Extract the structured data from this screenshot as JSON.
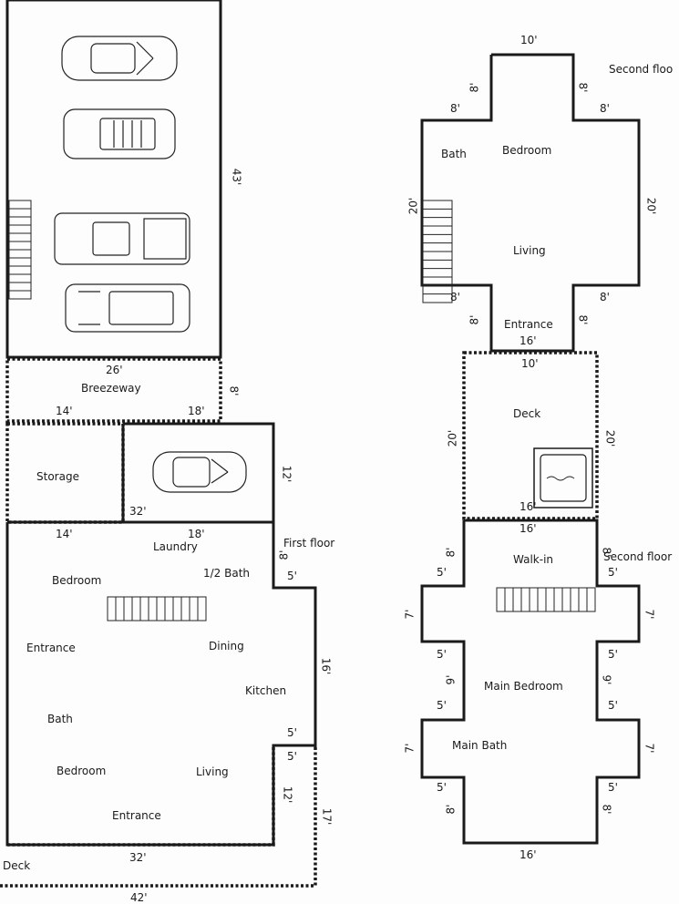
{
  "labels": {
    "floors": {
      "second_floor_top": "Second floo",
      "second_floor_mid": "Second floor",
      "first_floor": "First floor"
    },
    "rooms": {
      "bath_upper": "Bath",
      "bedroom_upper": "Bedroom",
      "living_upper": "Living",
      "entrance_upper": "Entrance",
      "deck_upper": "Deck",
      "walk_in": "Walk-in",
      "main_bedroom": "Main Bedroom",
      "main_bath": "Main Bath",
      "breezeway": "Breezeway",
      "storage": "Storage",
      "laundry": "Laundry",
      "half_bath": "1/2 Bath",
      "bedroom_1": "Bedroom",
      "entrance_1": "Entrance",
      "dining": "Dining",
      "kitchen": "Kitchen",
      "bath_1": "Bath",
      "bedroom_2": "Bedroom",
      "living_1": "Living",
      "entrance_2": "Entrance",
      "deck_lower": "Deck"
    },
    "dims": {
      "d43": "43'",
      "d26": "26'",
      "d14a": "14'",
      "d18a": "18'",
      "d8a": "8'",
      "d12": "12'",
      "d32a": "32'",
      "d14b": "14'",
      "d18b": "18'",
      "d8b": "8'",
      "d5a": "5'",
      "d16a": "16'",
      "d5b": "5'",
      "d5c": "5'",
      "d12b": "12'",
      "d17": "17'",
      "d32b": "32'",
      "d42": "42'",
      "u10": "10'",
      "u8a": "8'",
      "u8b": "8'",
      "u8c": "8'",
      "u8d": "8'",
      "u20a": "20'",
      "u20b": "20'",
      "u8e": "8'",
      "u8f": "8'",
      "u8g": "8'",
      "u8h": "8'",
      "u16": "16'",
      "k10": "10'",
      "k20a": "20'",
      "k20b": "20'",
      "k16": "16'",
      "w16": "16'",
      "w8a": "8'",
      "w8b": "8'",
      "w5a": "5'",
      "w5b": "5'",
      "w7a": "7'",
      "w7b": "7'",
      "w5c": "5'",
      "w5d": "5'",
      "w9a": "9'",
      "w9b": "9'",
      "w5e": "5'",
      "w5f": "5'",
      "w7c": "7'",
      "w7d": "7'",
      "w5g": "5'",
      "w5h": "5'",
      "w8c": "8'",
      "w8d": "8'",
      "w16b": "16'"
    }
  }
}
